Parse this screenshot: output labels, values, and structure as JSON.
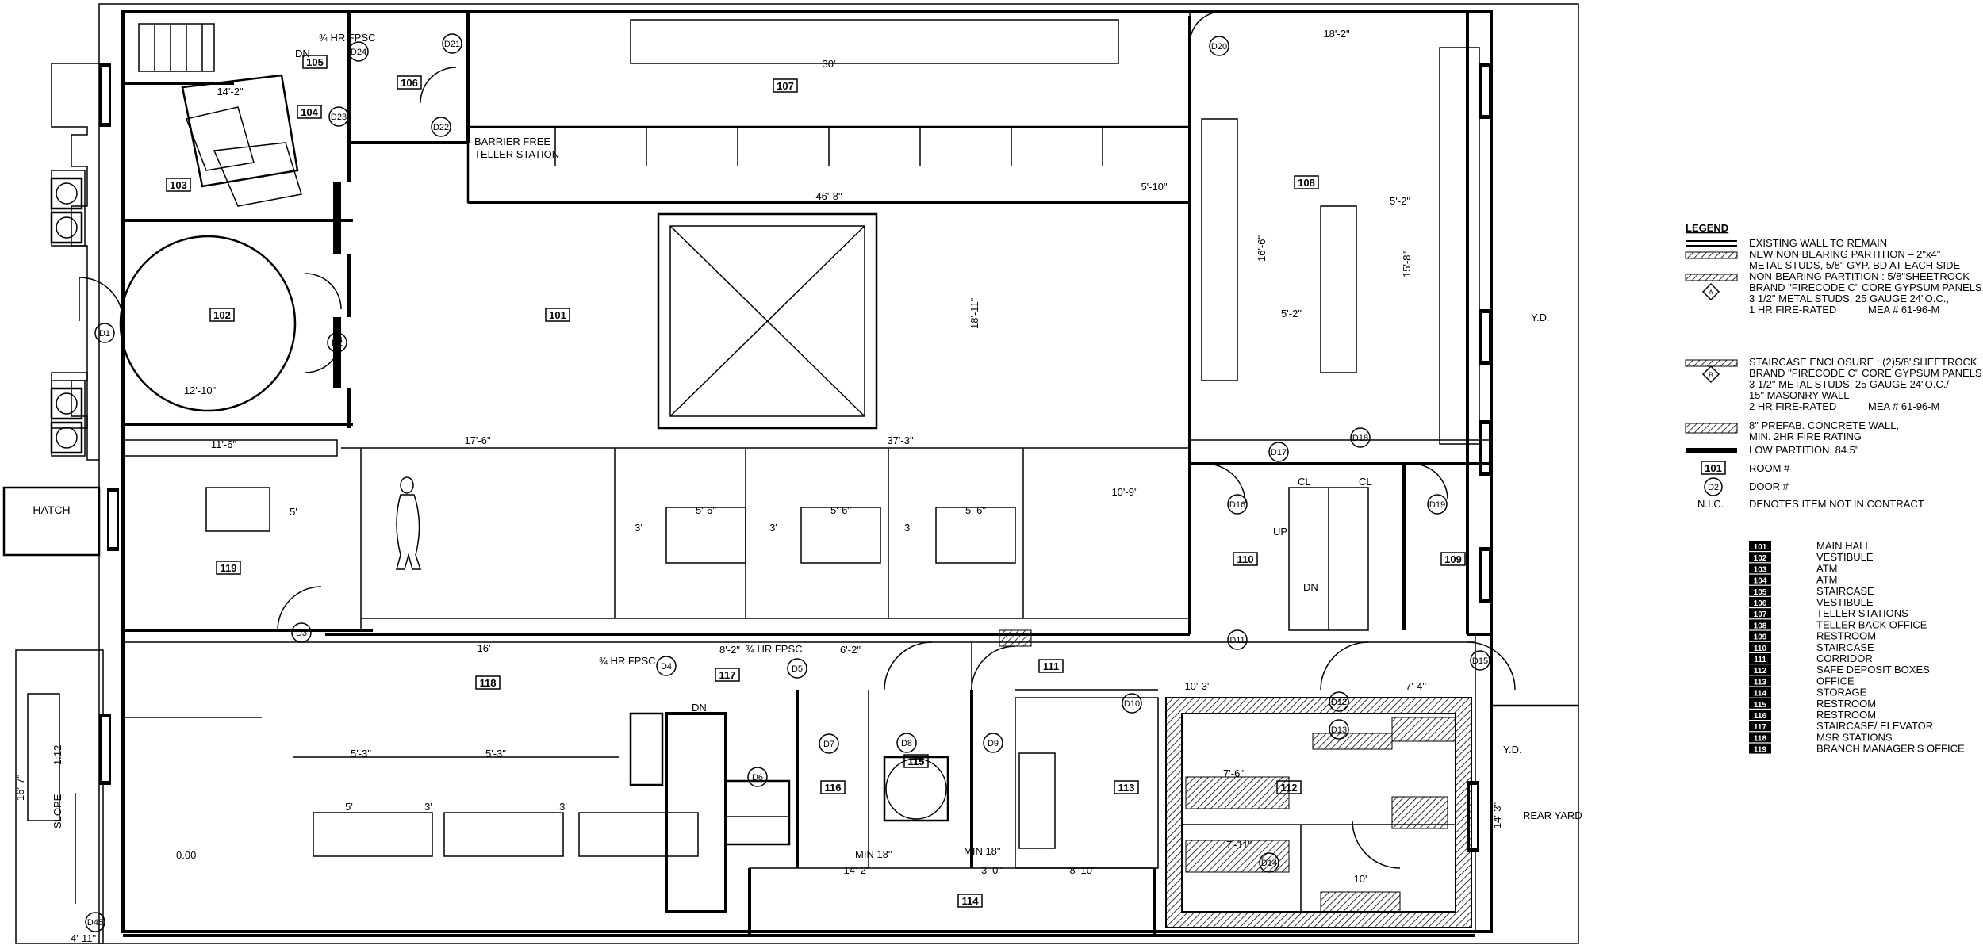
{
  "rooms": [
    {
      "id": "101",
      "label": "101"
    },
    {
      "id": "102",
      "label": "102"
    },
    {
      "id": "103",
      "label": "103"
    },
    {
      "id": "104",
      "label": "104"
    },
    {
      "id": "105",
      "label": "105"
    },
    {
      "id": "106",
      "label": "106"
    },
    {
      "id": "107",
      "label": "107"
    },
    {
      "id": "108",
      "label": "108"
    },
    {
      "id": "109",
      "label": "109"
    },
    {
      "id": "110",
      "label": "110"
    },
    {
      "id": "111",
      "label": "111"
    },
    {
      "id": "112",
      "label": "112"
    },
    {
      "id": "113",
      "label": "113"
    },
    {
      "id": "114",
      "label": "114"
    },
    {
      "id": "115",
      "label": "115"
    },
    {
      "id": "116",
      "label": "116"
    },
    {
      "id": "117",
      "label": "117"
    },
    {
      "id": "118",
      "label": "118"
    },
    {
      "id": "119",
      "label": "119"
    }
  ],
  "doors": [
    "D1",
    "D2",
    "D3",
    "D4",
    "D5",
    "D6",
    "D7",
    "D8",
    "D9",
    "D10",
    "D11",
    "D12",
    "D13",
    "D14",
    "D15",
    "D16",
    "D17",
    "D18",
    "D19",
    "D20",
    "D21",
    "D22",
    "D23",
    "D24",
    "D45"
  ],
  "labels": {
    "hatch": "HATCH",
    "barrier_free": "BARRIER FREE",
    "teller_station": "TELLER STATION",
    "rear_yard": "REAR YARD",
    "yd": "Y.D.",
    "slope": "SLOPE",
    "slope_ratio": "1:12",
    "dn": "DN",
    "up": "UP",
    "cl": "CL",
    "fpsc": "¾ HR FPSC",
    "min18": "MIN 18\"",
    "elev": "0.00"
  },
  "dimensions": {
    "d30": "30'",
    "d46_8": "46'-8\"",
    "d18_11": "18'-11\"",
    "d17_6": "17'-6\"",
    "d37_3": "37'-3\"",
    "d12_10": "12'-10\"",
    "d11_6": "11'-6\"",
    "d14_2": "14'-2\"",
    "d5_10": "5'-10\"",
    "d18_2": "18'-2\"",
    "d16_6": "16'-6\"",
    "d15_8": "15'-8\"",
    "d5_2": "5'-2\"",
    "d10_9": "10'-9\"",
    "d16": "16'",
    "d8_2": "8'-2\"",
    "d6_2": "6'-2\"",
    "d5_6": "5'-6\"",
    "d5_3": "5'-3\"",
    "d10_3": "10'-3\"",
    "d7_4": "7'-4\"",
    "d7_6": "7'-6\"",
    "d7_11": "7'-11\"",
    "d10": "10'",
    "d8_10": "8'-10\"",
    "d3_0": "3'-0\"",
    "d4_11": "4'-11\"",
    "d16_7": "16'-7\"",
    "d14_3": "14'-3\"",
    "d5": "5'",
    "d3": "3'"
  },
  "legend": {
    "title": "LEGEND",
    "items": [
      {
        "line1": "EXISTING WALL TO REMAIN",
        "line2": "",
        "line3": "",
        "line4": "",
        "line5": "",
        "mea": ""
      },
      {
        "line1": "NEW NON BEARING PARTITION – 2\"x4\"",
        "line2": "METAL STUDS, 5/8\" GYP. BD AT EACH SIDE",
        "line3": "",
        "line4": "",
        "line5": "",
        "mea": ""
      },
      {
        "line1": "NON-BEARING PARTITION :  5/8\"SHEETROCK",
        "line2": "BRAND \"FIRECODE C\" CORE GYPSUM PANELS,",
        "line3": "3 1/2\" METAL STUDS, 25 GAUGE 24\"O.C.,",
        "line4": "1 HR FIRE-RATED",
        "line5": "",
        "mea": "MEA # 61-96-M"
      },
      {
        "line1": "STAIRCASE ENCLOSURE : (2)5/8\"SHEETROCK",
        "line2": "BRAND \"FIRECODE C\" CORE GYPSUM PANELS,",
        "line3": "3 1/2\" METAL STUDS, 25 GAUGE 24\"O.C./",
        "line4": "15\" MASONRY WALL",
        "line5": "2 HR FIRE-RATED",
        "mea": "MEA # 61-96-M"
      },
      {
        "line1": "8\" PREFAB. CONCRETE WALL,",
        "line2": "MIN. 2HR FIRE RATING",
        "line3": "",
        "line4": "",
        "line5": "",
        "mea": ""
      },
      {
        "line1": "LOW PARTITION, 84.5\"",
        "line2": "",
        "line3": "",
        "line4": "",
        "line5": "",
        "mea": ""
      }
    ],
    "tag_a": "A",
    "tag_b": "B",
    "room_sym": "101",
    "room_txt": "ROOM #",
    "door_sym": "D2",
    "door_txt": "DOOR #",
    "nic": "N.I.C.",
    "nic_txt": "DENOTES ITEM NOT IN CONTRACT"
  },
  "schedule": [
    {
      "no": "101",
      "name": "MAIN HALL"
    },
    {
      "no": "102",
      "name": "VESTIBULE"
    },
    {
      "no": "103",
      "name": "ATM"
    },
    {
      "no": "104",
      "name": "ATM"
    },
    {
      "no": "105",
      "name": "STAIRCASE"
    },
    {
      "no": "106",
      "name": "VESTIBULE"
    },
    {
      "no": "107",
      "name": "TELLER STATIONS"
    },
    {
      "no": "108",
      "name": "TELLER BACK OFFICE"
    },
    {
      "no": "109",
      "name": "RESTROOM"
    },
    {
      "no": "110",
      "name": "STAIRCASE"
    },
    {
      "no": "111",
      "name": "CORRIDOR"
    },
    {
      "no": "112",
      "name": "SAFE DEPOSIT BOXES"
    },
    {
      "no": "113",
      "name": "OFFICE"
    },
    {
      "no": "114",
      "name": "STORAGE"
    },
    {
      "no": "115",
      "name": "RESTROOM"
    },
    {
      "no": "116",
      "name": "RESTROOM"
    },
    {
      "no": "117",
      "name": "STAIRCASE/ ELEVATOR"
    },
    {
      "no": "118",
      "name": "MSR STATIONS"
    },
    {
      "no": "119",
      "name": "BRANCH MANAGER'S OFFICE"
    }
  ]
}
